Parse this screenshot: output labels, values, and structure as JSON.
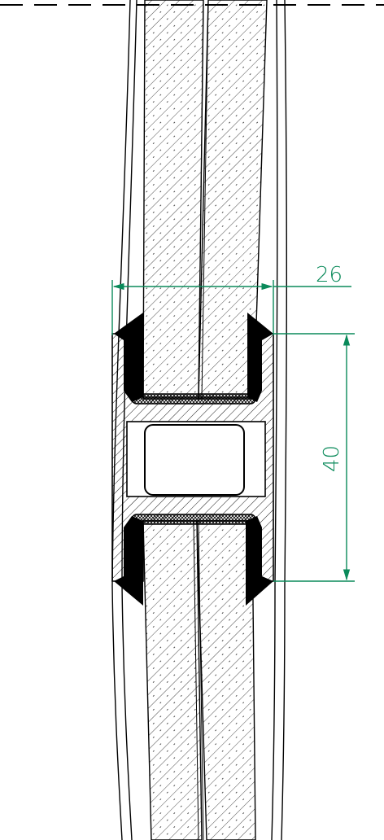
{
  "drawing": {
    "description_type": "technical section drawing",
    "dimensions": {
      "width_label": "26",
      "height_label": "40"
    },
    "colors": {
      "line": "#000000",
      "dimension": "#0a8a5a",
      "background": "#ffffff"
    }
  }
}
